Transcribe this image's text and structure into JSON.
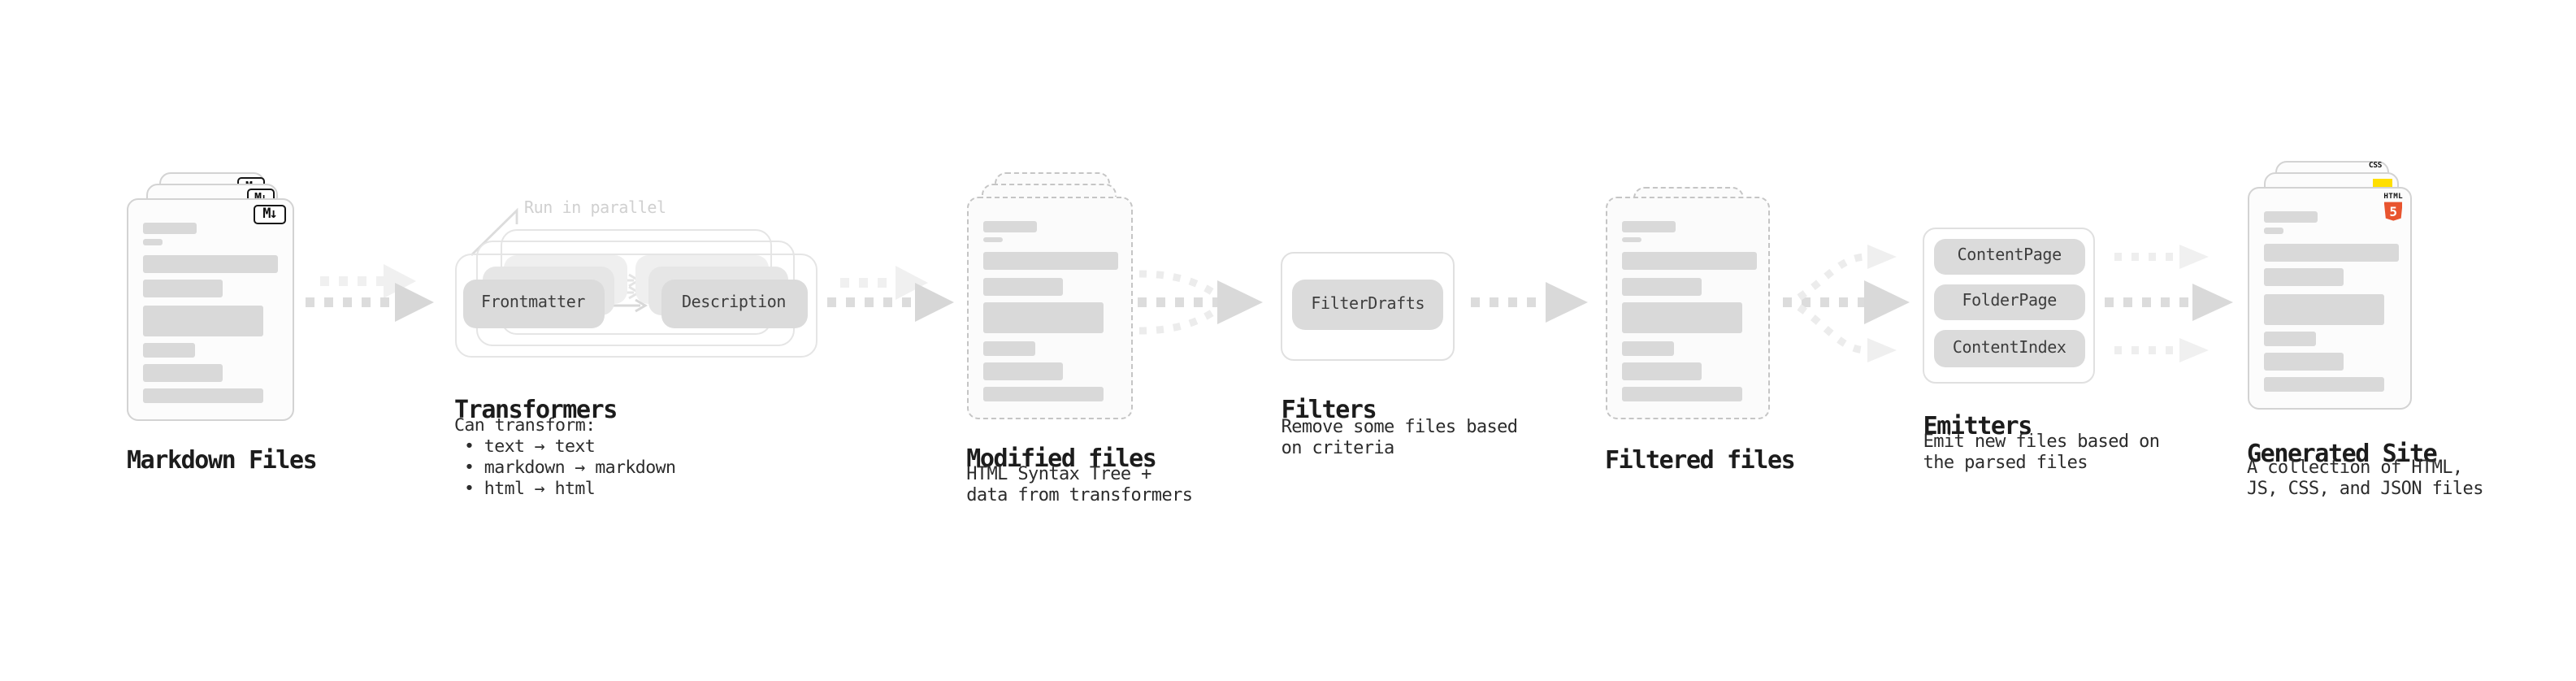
{
  "stages": {
    "markdown_files": {
      "label": "Markdown Files",
      "badge": "M↓"
    },
    "transformers": {
      "label": "Transformers",
      "parallel_note": "Run in parallel",
      "buttons": [
        "Frontmatter",
        "Description"
      ],
      "note_title": "Can transform:",
      "note_items": [
        "• text → text",
        "• markdown → markdown",
        "• html → html"
      ]
    },
    "modified_files": {
      "label": "Modified files",
      "desc": [
        "HTML Syntax Tree +",
        "data from transformers"
      ]
    },
    "filters": {
      "label": "Filters",
      "button": "FilterDrafts",
      "desc": [
        "Remove some files based",
        "on criteria"
      ]
    },
    "filtered_files": {
      "label": "Filtered files"
    },
    "emitters": {
      "label": "Emitters",
      "buttons": [
        "ContentPage",
        "FolderPage",
        "ContentIndex"
      ],
      "desc": [
        "Emit new files based on",
        "the parsed files"
      ]
    },
    "generated_site": {
      "label": "Generated Site",
      "desc": [
        "A collection of HTML,",
        "JS, CSS, and JSON files"
      ],
      "badges": {
        "css": "CSS",
        "html_text": "HTML",
        "html_number": "5"
      }
    }
  },
  "colors": {
    "html5_orange": "#e8542f",
    "js_yellow": "#ffdf00",
    "css_blue": "#2f6fe4",
    "doc_bar_gray": "#d9d9d9",
    "node_fill_gray": "#dbdbdb",
    "arrow_gray": "#dcdcdc"
  }
}
